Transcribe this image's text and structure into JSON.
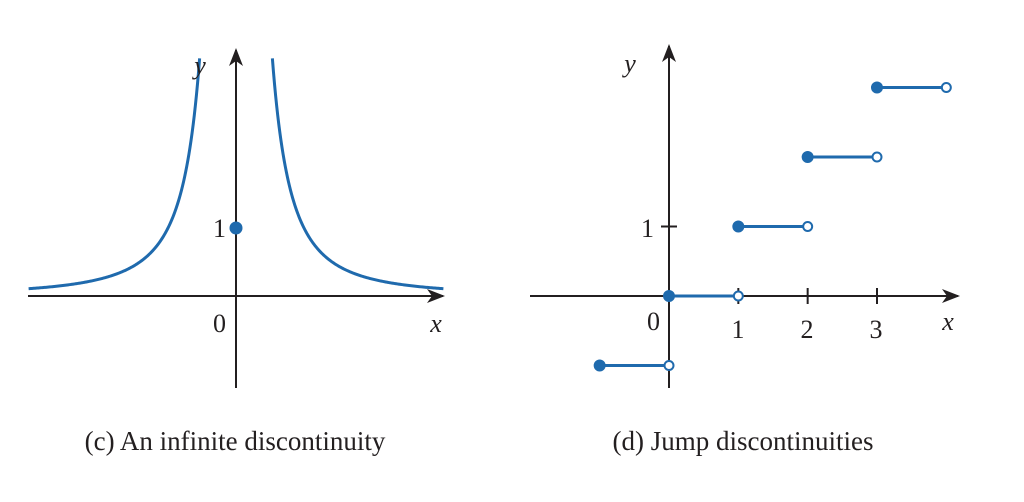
{
  "colors": {
    "curve": "#1f6aad",
    "axis": "#231f20",
    "background": "#ffffff"
  },
  "chart_data": [
    {
      "type": "line",
      "caption": "(c) An infinite discontinuity",
      "xlabel": "x",
      "ylabel": "y",
      "origin_label": "0",
      "y_tick_labels": [
        "1"
      ],
      "function": "y = 1/x^2 for x != 0, y = 1 at x = 0",
      "xlim": [
        -3.1,
        3.1
      ],
      "ylim": [
        -1.35,
        3.5
      ],
      "series": [
        {
          "x": [
            -3.05,
            -2.5,
            -2.0,
            -1.5,
            -1.2,
            -1.0,
            -0.8,
            -0.65,
            -0.55
          ],
          "y": [
            0.11,
            0.16,
            0.25,
            0.44,
            0.69,
            1.0,
            1.56,
            2.37,
            3.31
          ]
        },
        {
          "x": [
            0.55,
            0.65,
            0.8,
            1.0,
            1.2,
            1.5,
            2.0,
            2.5,
            3.05
          ],
          "y": [
            3.31,
            2.37,
            1.56,
            1.0,
            0.69,
            0.44,
            0.25,
            0.16,
            0.11
          ]
        }
      ],
      "points": [
        {
          "x": 0,
          "y": 1,
          "filled": true
        }
      ]
    },
    {
      "type": "line",
      "caption": "(d) Jump discontinuities",
      "xlabel": "x",
      "ylabel": "y",
      "origin_label": "0",
      "x_tick_labels": [
        "1",
        "2",
        "3"
      ],
      "y_tick_labels": [
        "1"
      ],
      "function": "y = floor(x)",
      "xlim": [
        -2.0,
        4.0
      ],
      "ylim": [
        -1.35,
        3.55
      ],
      "segments": [
        {
          "x": [
            -1,
            0
          ],
          "y": -1
        },
        {
          "x": [
            0,
            1
          ],
          "y": 0
        },
        {
          "x": [
            1,
            2
          ],
          "y": 1
        },
        {
          "x": [
            2,
            3
          ],
          "y": 2
        },
        {
          "x": [
            3,
            4
          ],
          "y": 3
        }
      ]
    }
  ]
}
